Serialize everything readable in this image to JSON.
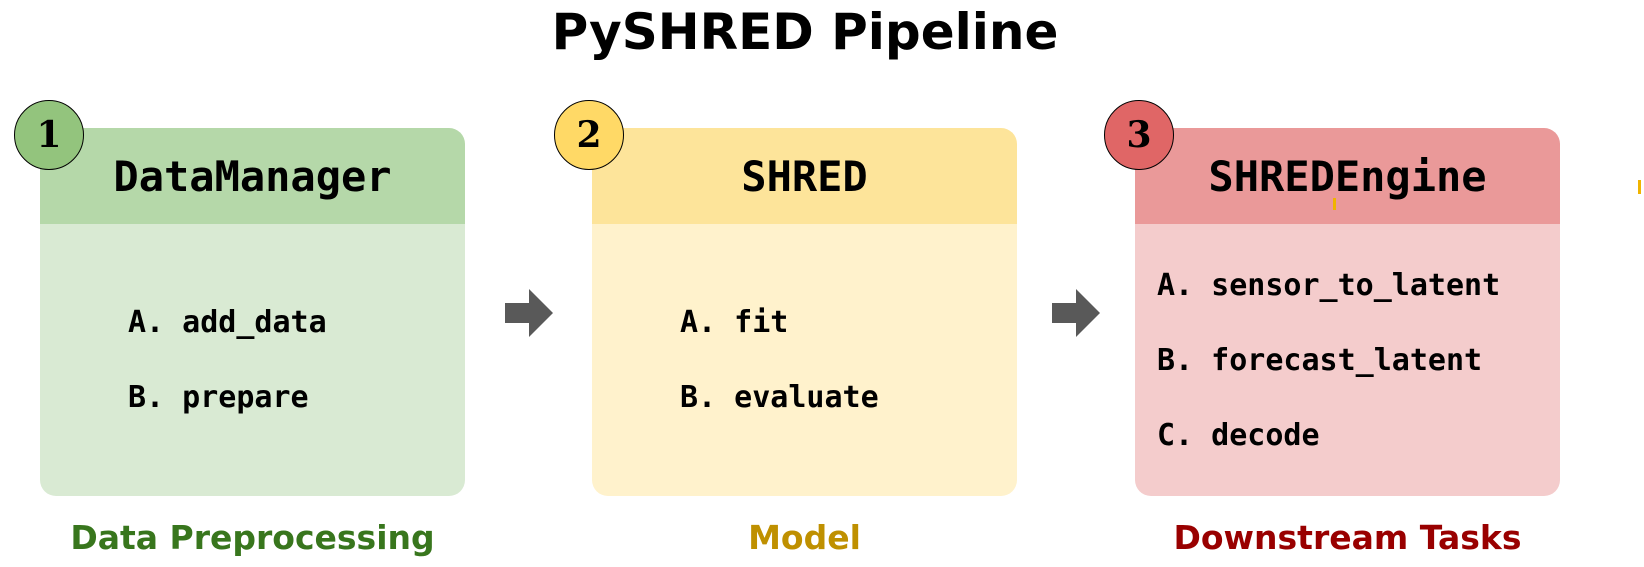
{
  "title": "PySHRED Pipeline",
  "stages": [
    {
      "number": "1",
      "header": "DataManager",
      "items": [
        "A. add_data",
        "B. prepare"
      ],
      "caption": "Data Preprocessing",
      "colors": {
        "header": "#b5d8a9",
        "body": "#d9ead3",
        "badge": "#93c47d",
        "caption": "#38761d"
      }
    },
    {
      "number": "2",
      "header": "SHRED",
      "items": [
        "A. fit",
        "B. evaluate"
      ],
      "caption": "Model",
      "colors": {
        "header": "#fde49a",
        "body": "#fff2cc",
        "badge": "#ffd966",
        "caption": "#bf9000"
      }
    },
    {
      "number": "3",
      "header": "SHREDEngine",
      "items": [
        "A. sensor_to_latent",
        "B. forecast_latent",
        "C. decode"
      ],
      "caption": "Downstream Tasks",
      "colors": {
        "header": "#ea9999",
        "body": "#f4cccc",
        "badge": "#e06666",
        "caption": "#990000"
      }
    }
  ],
  "arrow_color": "#595959"
}
